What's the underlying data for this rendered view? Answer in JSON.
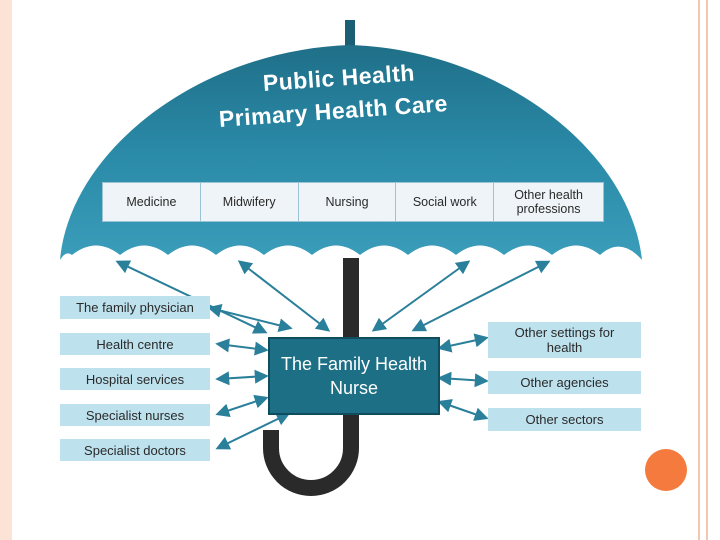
{
  "canopy": {
    "title_line1": "Public Health",
    "title_line2": "Primary Health Care"
  },
  "professions": [
    "Medicine",
    "Midwifery",
    "Nursing",
    "Social work",
    "Other health professions"
  ],
  "center": {
    "label": "The Family Health Nurse"
  },
  "left_boxes": [
    "The family physician",
    "Health centre",
    "Hospital services",
    "Specialist nurses",
    "Specialist doctors"
  ],
  "right_boxes": [
    "Other settings for health",
    "Other agencies",
    "Other sectors"
  ],
  "colors": {
    "umbrella": "#2a8aa8",
    "umbrella_dark": "#1b5f74",
    "box": "#bde1ed",
    "center": "#1d6f86",
    "accent_dot": "#f47a3e"
  }
}
